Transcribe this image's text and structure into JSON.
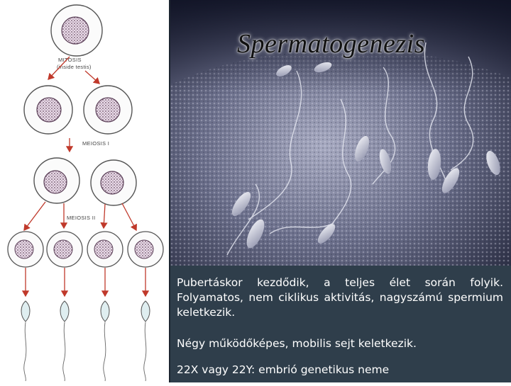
{
  "title": "Spermatogenezis",
  "diagram": {
    "label_mitosis": "MITOSIS",
    "label_mitosis_sub": "(inside testis)",
    "label_meiosis1": "MEIOSIS I",
    "label_meiosis2": "MEIOSIS II"
  },
  "text": {
    "paragraph1": "Pubertáskor kezdődik, a teljes élet során folyik. Folyamatos, nem ciklikus aktivitás, nagyszámú spermium keletkezik.",
    "paragraph2": "Négy működőképes, mobilis sejt keletkezik.",
    "paragraph3": "22X vagy 22Y: embrió genetikus neme"
  },
  "colors": {
    "panel_bg": "#2f3e4b",
    "arrow": "#c0392b",
    "cell_outline": "#555555",
    "nucleus": "#8a6a86"
  }
}
